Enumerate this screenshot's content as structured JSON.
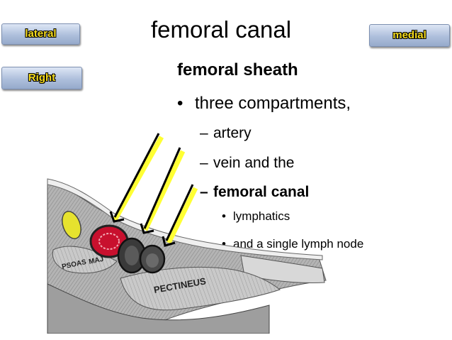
{
  "tags": {
    "lateral": "lateral",
    "right": "Right",
    "medial": "medial"
  },
  "colors": {
    "tag_text": "#f6dc1d",
    "tag_background": "#aebfdc",
    "arrow_fill": "#ffff33",
    "artery": "#c8102e",
    "psoas_fat": "#e6e22e"
  },
  "slide": {
    "title": "femoral canal",
    "subtitle": "femoral sheath",
    "bullet_marker": "•",
    "dash_marker": "–",
    "bullet": "three compartments,",
    "items": [
      "artery",
      "vein and the",
      "femoral canal"
    ],
    "subitems": [
      "lymphatics",
      "and a single lymph node"
    ]
  },
  "figure": {
    "labels": [
      "PSOAS",
      "MAJ",
      "PECTINEUS"
    ]
  }
}
